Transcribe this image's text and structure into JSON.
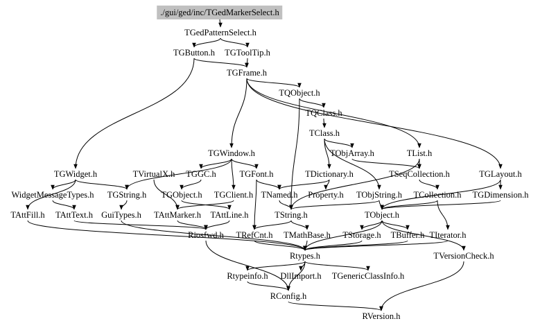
{
  "diagram": {
    "type": "include-dependency-graph",
    "root": "./gui/ged/inc/TGedMarkerSelect.h",
    "nodes": [
      {
        "id": "root",
        "label": "./gui/ged/inc/TGedMarkerSelect.h"
      },
      {
        "id": "TGedPatternSelect",
        "label": "TGedPatternSelect.h"
      },
      {
        "id": "TGButton",
        "label": "TGButton.h"
      },
      {
        "id": "TGToolTip",
        "label": "TGToolTip.h"
      },
      {
        "id": "TGFrame",
        "label": "TGFrame.h"
      },
      {
        "id": "TQObject",
        "label": "TQObject.h"
      },
      {
        "id": "TQClass",
        "label": "TQClass.h"
      },
      {
        "id": "TClass",
        "label": "TClass.h"
      },
      {
        "id": "TObjArray",
        "label": "TObjArray.h"
      },
      {
        "id": "TGWindow",
        "label": "TGWindow.h"
      },
      {
        "id": "TList",
        "label": "TList.h"
      },
      {
        "id": "TGWidget",
        "label": "TGWidget.h"
      },
      {
        "id": "TVirtualX",
        "label": "TVirtualX.h"
      },
      {
        "id": "TGGC",
        "label": "TGGC.h"
      },
      {
        "id": "TGFont",
        "label": "TGFont.h"
      },
      {
        "id": "TDictionary",
        "label": "TDictionary.h"
      },
      {
        "id": "TSeqCollection",
        "label": "TSeqCollection.h"
      },
      {
        "id": "TGLayout",
        "label": "TGLayout.h"
      },
      {
        "id": "WidgetMessageTypes",
        "label": "WidgetMessageTypes.h"
      },
      {
        "id": "TGString",
        "label": "TGString.h"
      },
      {
        "id": "TGObject",
        "label": "TGObject.h"
      },
      {
        "id": "TGClient",
        "label": "TGClient.h"
      },
      {
        "id": "TNamed",
        "label": "TNamed.h"
      },
      {
        "id": "Property",
        "label": "Property.h"
      },
      {
        "id": "TObjString",
        "label": "TObjString.h"
      },
      {
        "id": "TCollection",
        "label": "TCollection.h"
      },
      {
        "id": "TGDimension",
        "label": "TGDimension.h"
      },
      {
        "id": "TAttFill",
        "label": "TAttFill.h"
      },
      {
        "id": "TAttText",
        "label": "TAttText.h"
      },
      {
        "id": "GuiTypes",
        "label": "GuiTypes.h"
      },
      {
        "id": "TAttMarker",
        "label": "TAttMarker.h"
      },
      {
        "id": "TAttLine",
        "label": "TAttLine.h"
      },
      {
        "id": "TString",
        "label": "TString.h"
      },
      {
        "id": "TObject",
        "label": "TObject.h"
      },
      {
        "id": "Riosfwd",
        "label": "Riosfwd.h"
      },
      {
        "id": "TRefCnt",
        "label": "TRefCnt.h"
      },
      {
        "id": "TMathBase",
        "label": "TMathBase.h"
      },
      {
        "id": "TStorage",
        "label": "TStorage.h"
      },
      {
        "id": "TBuffer",
        "label": "TBuffer.h"
      },
      {
        "id": "TIterator",
        "label": "TIterator.h"
      },
      {
        "id": "Rtypes",
        "label": "Rtypes.h"
      },
      {
        "id": "TVersionCheck",
        "label": "TVersionCheck.h"
      },
      {
        "id": "Rtypeinfo",
        "label": "Rtypeinfo.h"
      },
      {
        "id": "DllImport",
        "label": "DllImport.h"
      },
      {
        "id": "TGenericClassInfo",
        "label": "TGenericClassInfo.h"
      },
      {
        "id": "RConfig",
        "label": "RConfig.h"
      },
      {
        "id": "RVersion",
        "label": "RVersion.h"
      }
    ],
    "edges": [
      [
        "root",
        "TGedPatternSelect"
      ],
      [
        "TGedPatternSelect",
        "TGButton"
      ],
      [
        "TGedPatternSelect",
        "TGToolTip"
      ],
      [
        "TGButton",
        "TGFrame"
      ],
      [
        "TGButton",
        "TGWidget"
      ],
      [
        "TGToolTip",
        "TGFrame"
      ],
      [
        "TGFrame",
        "TQObject"
      ],
      [
        "TGFrame",
        "TGWindow"
      ],
      [
        "TGFrame",
        "TList"
      ],
      [
        "TGFrame",
        "TGLayout"
      ],
      [
        "TQObject",
        "TQClass"
      ],
      [
        "TQObject",
        "TString"
      ],
      [
        "TQClass",
        "TClass"
      ],
      [
        "TClass",
        "TObjArray"
      ],
      [
        "TClass",
        "TDictionary"
      ],
      [
        "TClass",
        "TObjString"
      ],
      [
        "TObjArray",
        "TSeqCollection"
      ],
      [
        "TList",
        "TSeqCollection"
      ],
      [
        "TList",
        "TString"
      ],
      [
        "TGWindow",
        "TGGC"
      ],
      [
        "TGWindow",
        "TGFont"
      ],
      [
        "TGWindow",
        "TGClient"
      ],
      [
        "TGWindow",
        "TGString"
      ],
      [
        "TGWidget",
        "WidgetMessageTypes"
      ],
      [
        "TGWidget",
        "TGString"
      ],
      [
        "TGWidget",
        "TAttFill"
      ],
      [
        "TVirtualX",
        "TAttMarker"
      ],
      [
        "TGGC",
        "TGObject"
      ],
      [
        "TGFont",
        "TNamed"
      ],
      [
        "TGFont",
        "TRefCnt"
      ],
      [
        "TDictionary",
        "Property"
      ],
      [
        "TDictionary",
        "TNamed"
      ],
      [
        "TSeqCollection",
        "TCollection"
      ],
      [
        "TGLayout",
        "TGDimension"
      ],
      [
        "TGLayout",
        "TObject"
      ],
      [
        "WidgetMessageTypes",
        "TAttText"
      ],
      [
        "TGString",
        "GuiTypes"
      ],
      [
        "TGObject",
        "TAttLine"
      ],
      [
        "TGClient",
        "TAttMarker"
      ],
      [
        "TNamed",
        "TString"
      ],
      [
        "TObjString",
        "TString"
      ],
      [
        "TObjString",
        "TObject"
      ],
      [
        "TCollection",
        "TObject"
      ],
      [
        "TCollection",
        "TIterator"
      ],
      [
        "TGDimension",
        "TObject"
      ],
      [
        "TAttFill",
        "Rtypes"
      ],
      [
        "TAttText",
        "Riosfwd"
      ],
      [
        "GuiTypes",
        "Rtypes"
      ],
      [
        "TAttMarker",
        "Riosfwd"
      ],
      [
        "TAttLine",
        "Riosfwd"
      ],
      [
        "TString",
        "TRefCnt"
      ],
      [
        "TString",
        "TMathBase"
      ],
      [
        "TObject",
        "TStorage"
      ],
      [
        "TObject",
        "TBuffer"
      ],
      [
        "TObject",
        "TVersionCheck"
      ],
      [
        "TObject",
        "Rtypes"
      ],
      [
        "Riosfwd",
        "RConfig"
      ],
      [
        "TRefCnt",
        "Rtypes"
      ],
      [
        "TMathBase",
        "Rtypes"
      ],
      [
        "TStorage",
        "Rtypes"
      ],
      [
        "TBuffer",
        "Rtypes"
      ],
      [
        "TIterator",
        "Rtypes"
      ],
      [
        "Rtypes",
        "Rtypeinfo"
      ],
      [
        "Rtypes",
        "DllImport"
      ],
      [
        "Rtypes",
        "TGenericClassInfo"
      ],
      [
        "Rtypes",
        "RConfig"
      ],
      [
        "Rtypeinfo",
        "RConfig"
      ],
      [
        "TVersionCheck",
        "RVersion"
      ],
      [
        "RConfig",
        "RVersion"
      ]
    ]
  }
}
